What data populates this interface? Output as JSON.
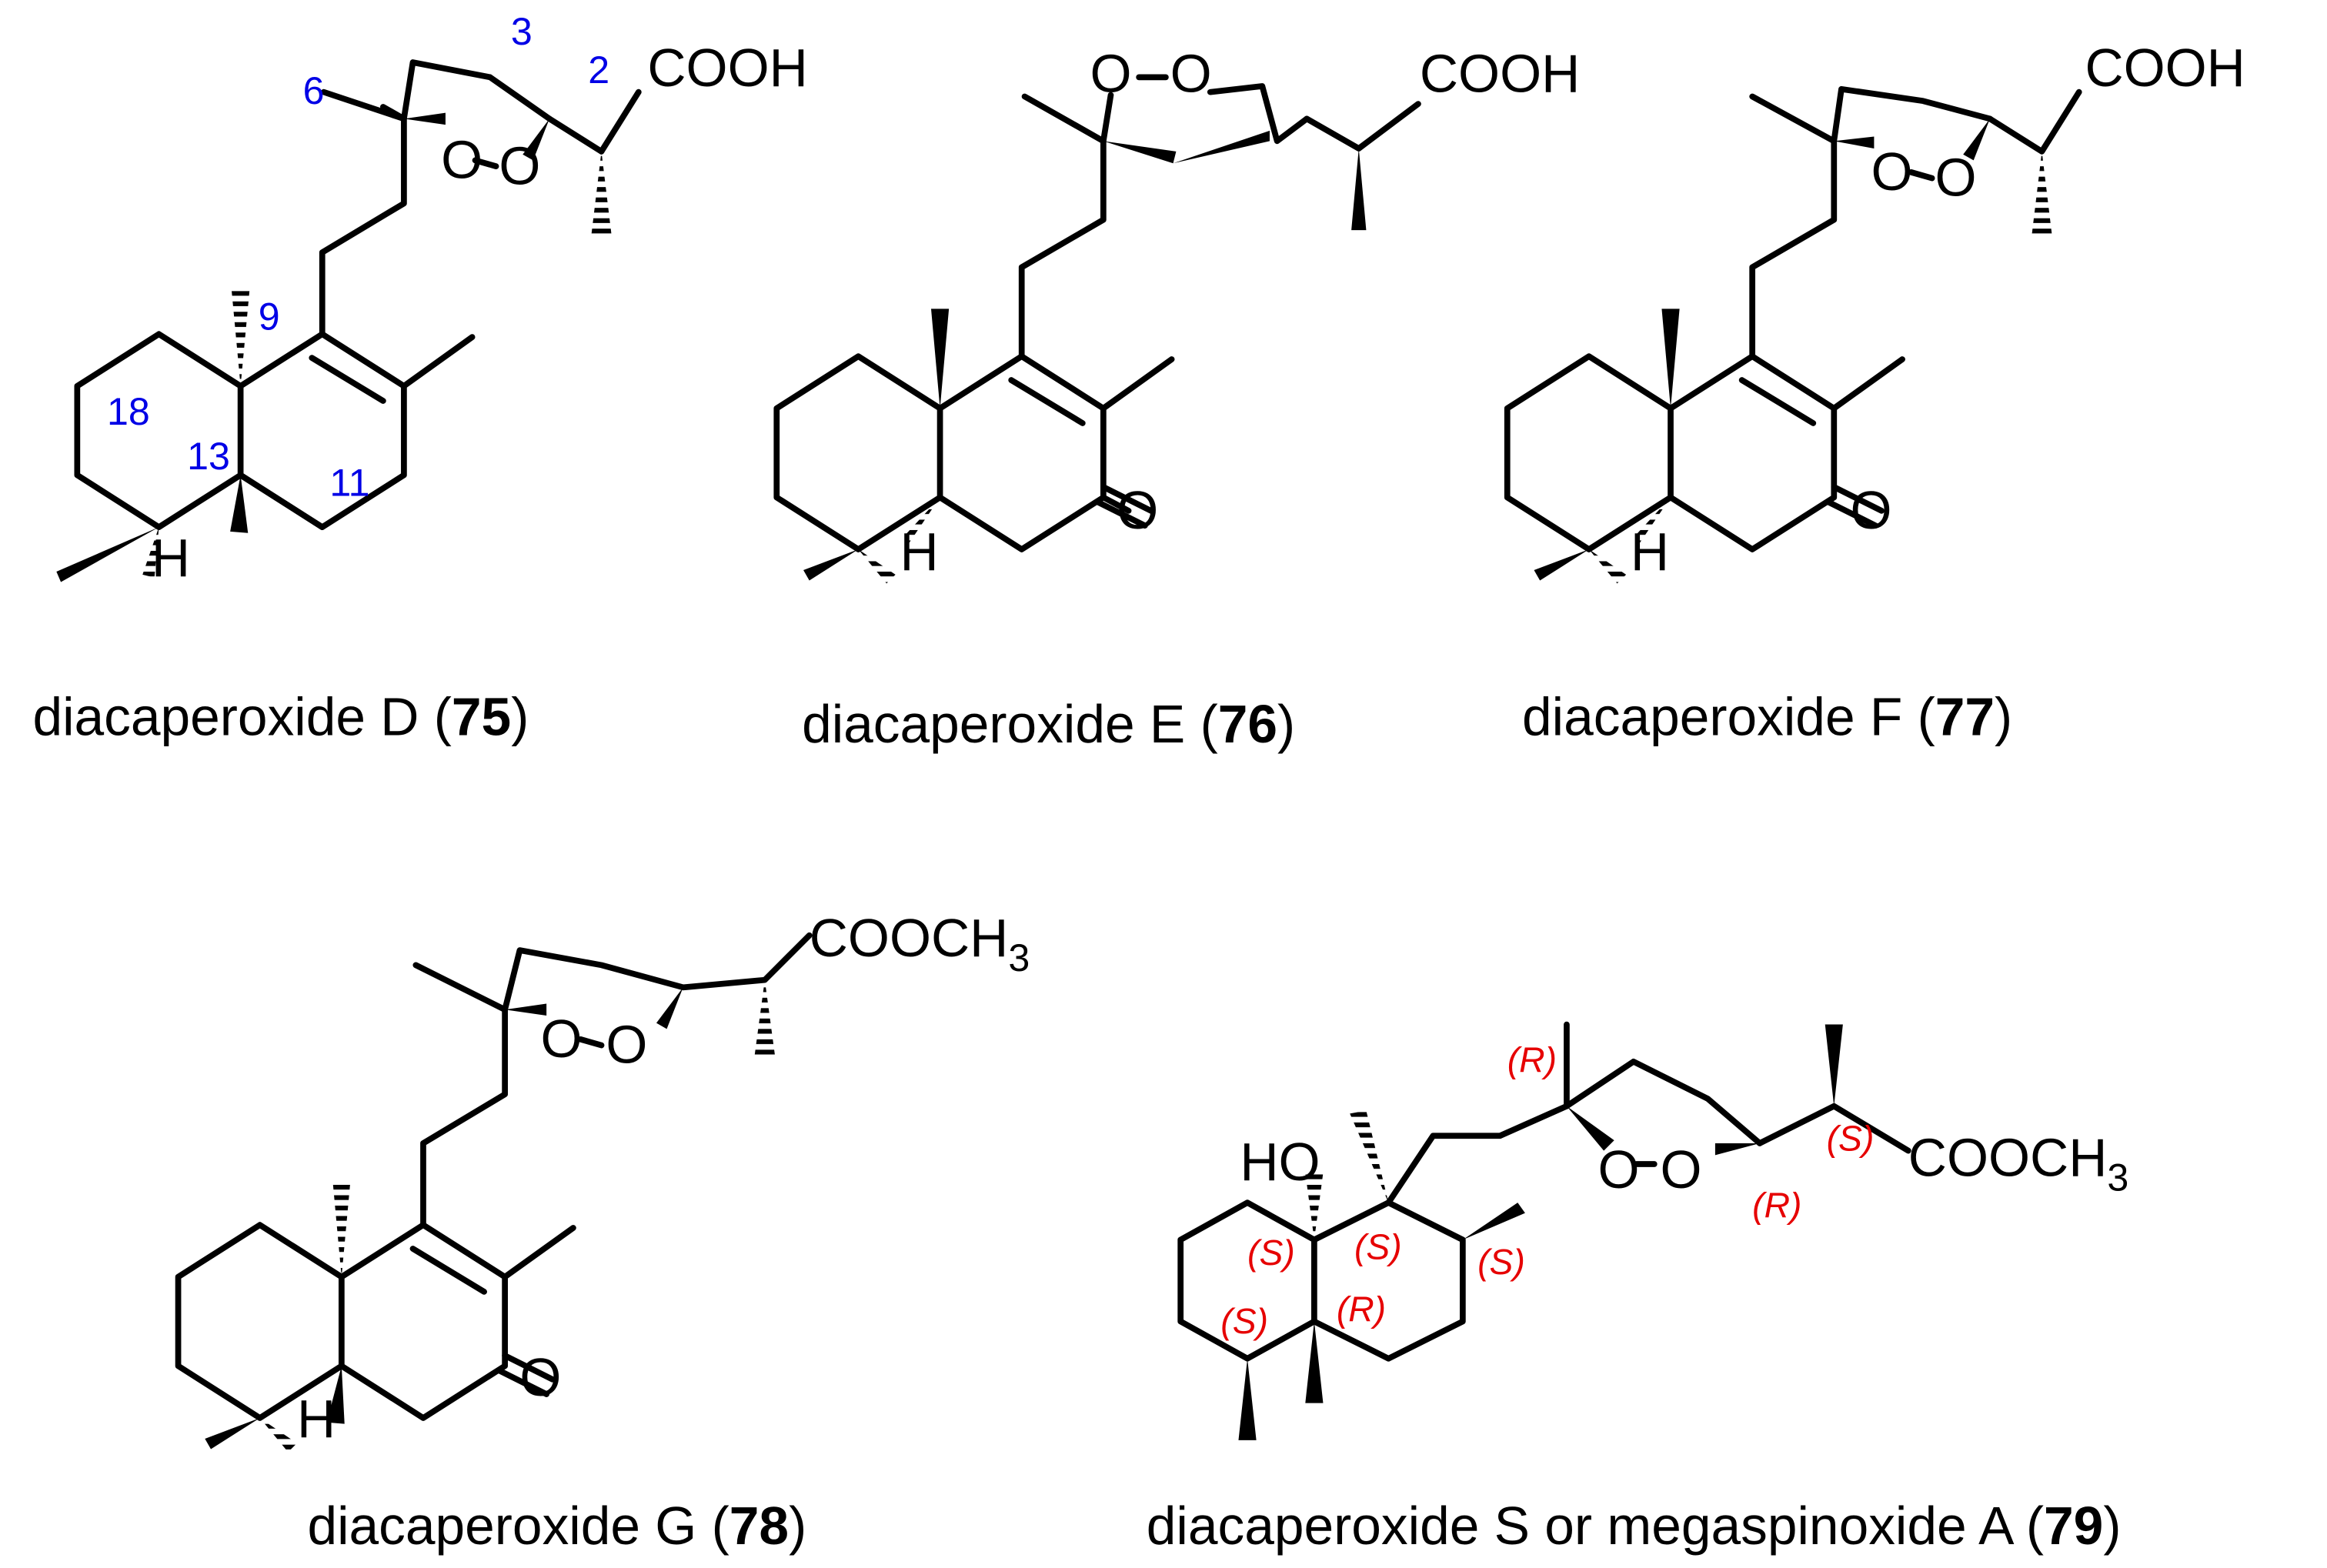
{
  "atoms": {
    "cooh": "COOH",
    "cooch3": "COOCH",
    "subscript_3": "3",
    "o": "O",
    "h": "H",
    "ho": "HO"
  },
  "numbering_75": [
    "3",
    "2",
    "6",
    "9",
    "18",
    "13",
    "11"
  ],
  "stereo_79": [
    "(R)",
    "(S)",
    "(R)",
    "(S)",
    "(S)",
    "(S)",
    "(S)",
    "(R)"
  ],
  "captions": [
    {
      "pre": "diacaperoxide D (",
      "num": "75",
      "post": ")"
    },
    {
      "pre": "diacaperoxide E (",
      "num": "76",
      "post": ")"
    },
    {
      "pre": "diacaperoxide F (",
      "num": "77",
      "post": ")"
    },
    {
      "pre": "diacaperoxide G (",
      "num": "78",
      "post": ")"
    },
    {
      "pre": "diacaperoxide S or megaspinoxide A (",
      "num": "79",
      "post": ")"
    }
  ],
  "colors": {
    "numbering": "#0000e6",
    "stereo": "#e60000"
  }
}
